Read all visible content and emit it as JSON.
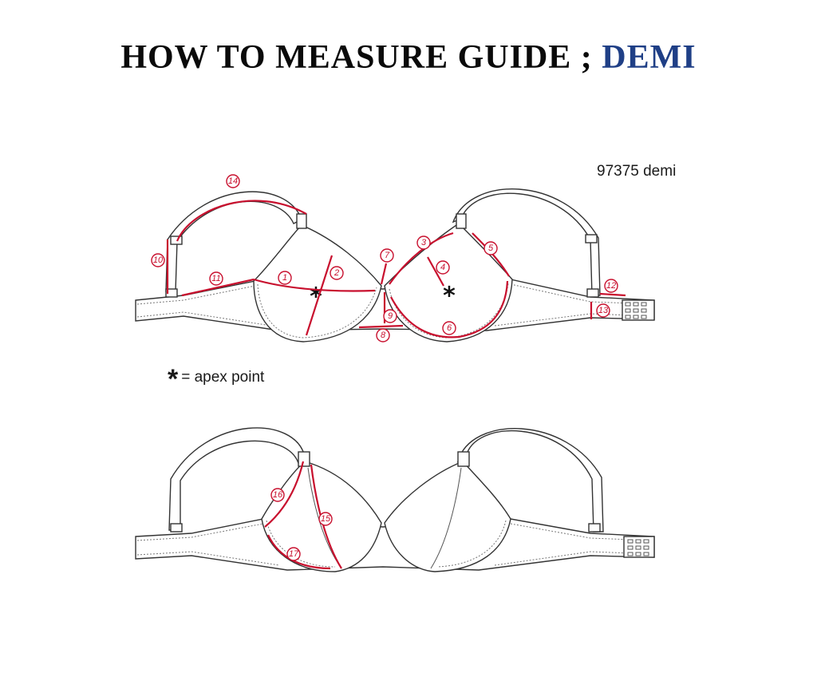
{
  "title": {
    "main": "HOW TO MEASURE GUIDE ; ",
    "accent": "DEMI"
  },
  "style_code": "97375 demi",
  "legend": {
    "symbol": "*",
    "text": "= apex point"
  },
  "colors": {
    "measure": "#c8102e",
    "outline": "#333333",
    "accent": "#1f3f86"
  },
  "apex_symbol": "*",
  "measurements": [
    {
      "num": "1"
    },
    {
      "num": "2"
    },
    {
      "num": "3"
    },
    {
      "num": "4"
    },
    {
      "num": "5"
    },
    {
      "num": "6"
    },
    {
      "num": "7"
    },
    {
      "num": "8"
    },
    {
      "num": "9"
    },
    {
      "num": "10"
    },
    {
      "num": "11"
    },
    {
      "num": "12"
    },
    {
      "num": "13"
    },
    {
      "num": "14"
    },
    {
      "num": "15"
    },
    {
      "num": "16"
    },
    {
      "num": "17"
    }
  ]
}
